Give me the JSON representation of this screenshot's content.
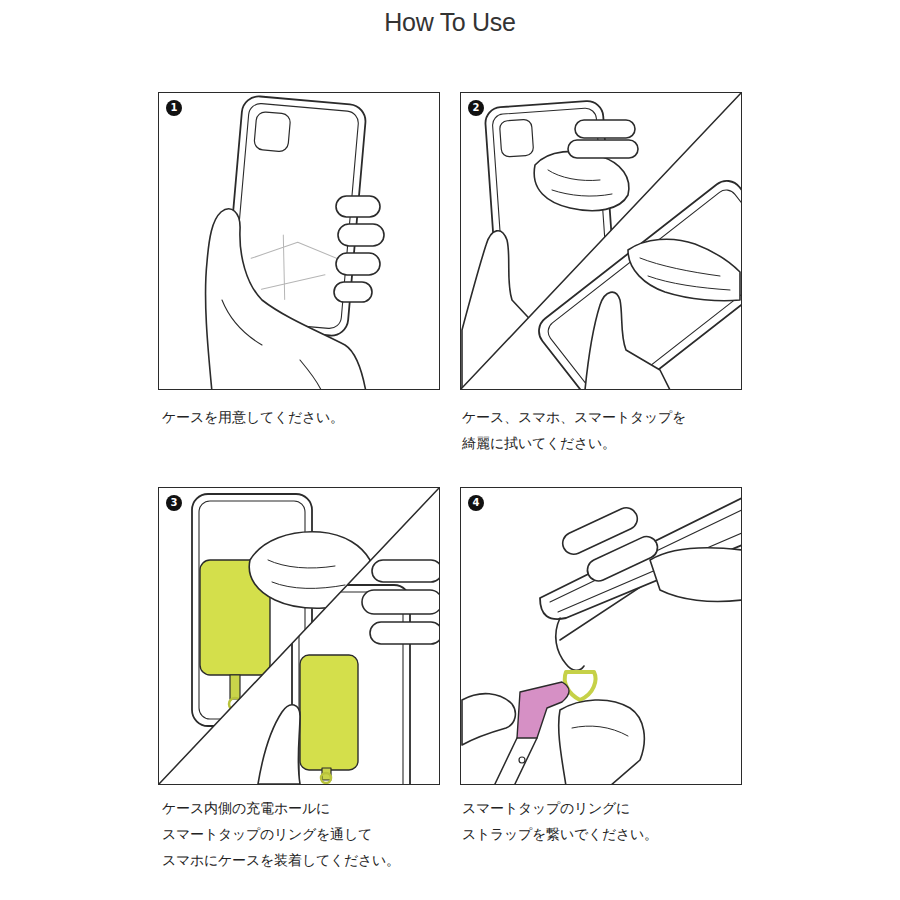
{
  "diagram": {
    "title": "How To Use",
    "nodes": [
      {
        "text": [
          "1"
        ]
      },
      {
        "text": [
          "2"
        ]
      },
      {
        "text": [
          "3"
        ]
      },
      {
        "text": [
          "4"
        ]
      }
    ],
    "labels": [
      "ケースを用意してください。",
      "ケース、スマホ、スマートタップを 綺麗に拭いてください。",
      "ケース内側の充電ホールに スマートタップのリングを通して スマホにケースを装着してください。",
      "スマートタップのリングに ストラップを繋いでください。"
    ]
  }
}
